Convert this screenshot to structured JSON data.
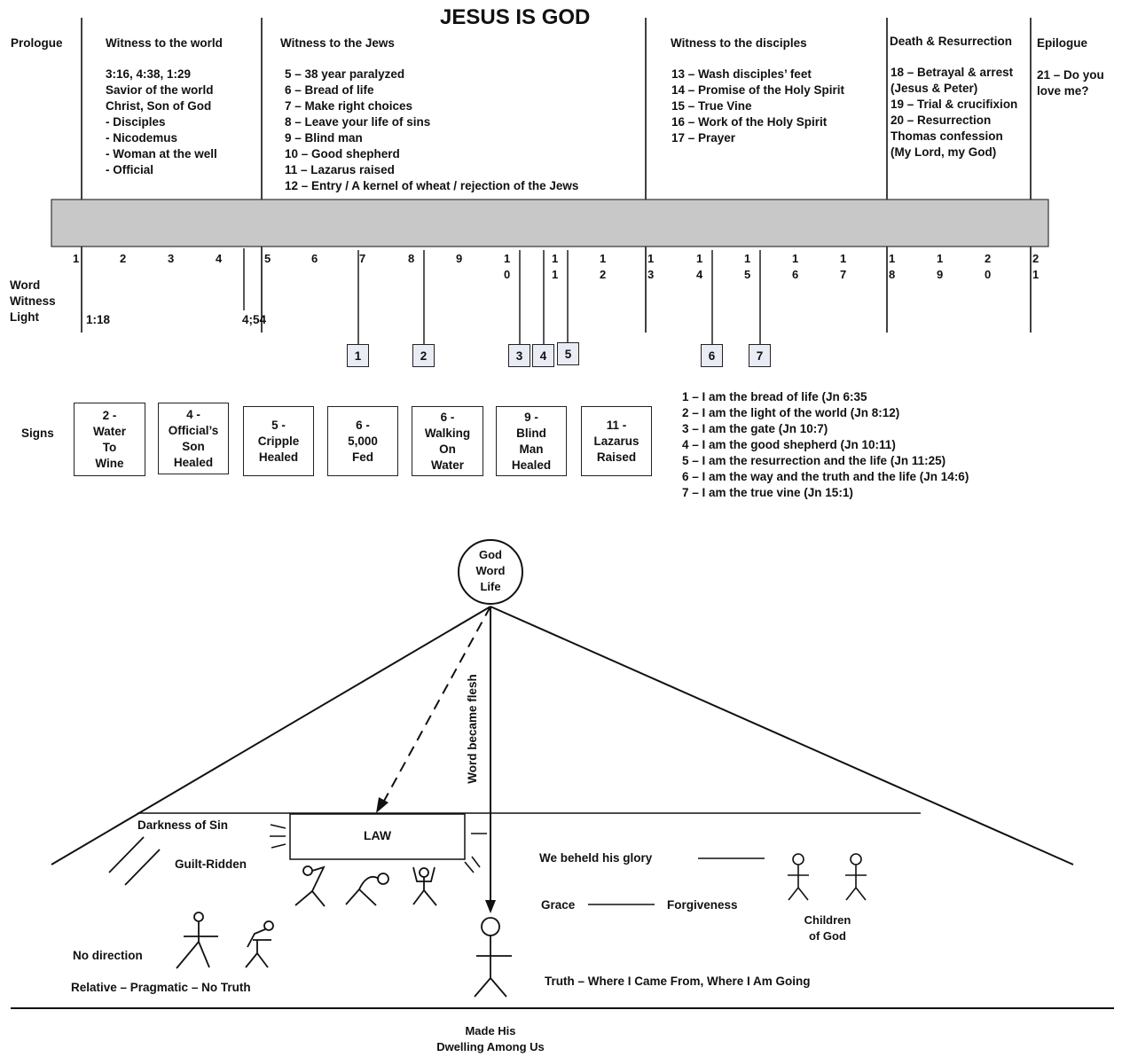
{
  "title": "JESUS IS GOD",
  "sections": {
    "prologue": {
      "heading": "Prologue"
    },
    "world": {
      "heading": "Witness to the world",
      "body": "3:16, 4:38, 1:29\nSavior of the world\nChrist, Son of God\n- Disciples\n- Nicodemus\n- Woman at the well\n- Official"
    },
    "jews": {
      "heading": "Witness to the Jews",
      "body": "5 – 38 year paralyzed\n6 – Bread of life\n7 – Make right choices\n8 – Leave your life of sins\n9 – Blind man\n10 – Good shepherd\n11 – Lazarus raised\n12 – Entry / A kernel of wheat / rejection of the Jews"
    },
    "disciples": {
      "heading": "Witness to the disciples",
      "body": "13 – Wash disciples’ feet\n14 – Promise of the Holy Spirit\n15 – True Vine\n16 – Work of the Holy Spirit\n17 – Prayer"
    },
    "death": {
      "heading": "Death & Resurrection",
      "body": "18 – Betrayal & arrest\n(Jesus & Peter)\n19 – Trial & crucifixion\n20 – Resurrection\nThomas confession\n(My Lord, my God)"
    },
    "epilogue": {
      "heading": "Epilogue",
      "body": "21 – Do you\nlove me?"
    }
  },
  "chapters": [
    "1",
    "2",
    "3",
    "4",
    "5",
    "6",
    "7",
    "8",
    "9",
    "1\n0",
    "1\n1",
    "1\n2",
    "1\n3",
    "1\n4",
    "1\n5",
    "1\n6",
    "1\n7",
    "1\n8",
    "1\n9",
    "2\n0",
    "2\n1"
  ],
  "left_labels": {
    "word_witness_light": "Word\nWitness\nLight",
    "ref_1_18": "1:18",
    "ref_4_54": "4;54"
  },
  "i_am_markers": [
    "1",
    "2",
    "3",
    "4",
    "5",
    "6",
    "7"
  ],
  "signs_label": "Signs",
  "signs": [
    "2 -\nWater\nTo\nWine",
    "4 -\nOfficial’s\nSon\nHealed",
    "5 -\nCripple\nHealed",
    "6 -\n5,000\nFed",
    "6 -\nWalking\nOn\nWater",
    "9 -\nBlind\nMan\nHealed",
    "11 -\nLazarus\nRaised"
  ],
  "i_am_list": "1 – I am the bread of life (Jn 6:35\n2 – I am the light of the world (Jn 8:12)\n3 – I am the gate (Jn 10:7)\n4 – I am the good shepherd (Jn 10:11)\n5 – I am the resurrection and the life (Jn 11:25)\n6 – I am the way and the truth and the life (Jn 14:6)\n7 – I am the true vine (Jn 15:1)",
  "lower": {
    "god": "God\nWord\nLife",
    "word_became_flesh": "Word became flesh",
    "darkness": "Darkness of Sin",
    "law": "LAW",
    "guilt": "Guilt-Ridden",
    "no_direction": "No direction",
    "relative": "Relative – Pragmatic – No Truth",
    "beheld": "We beheld his glory",
    "grace": "Grace",
    "forgiveness": "Forgiveness",
    "children": "Children\nof God",
    "truth": "Truth – Where I Came From, Where I Am Going",
    "dwelling": "Made His\nDwelling Among Us"
  }
}
